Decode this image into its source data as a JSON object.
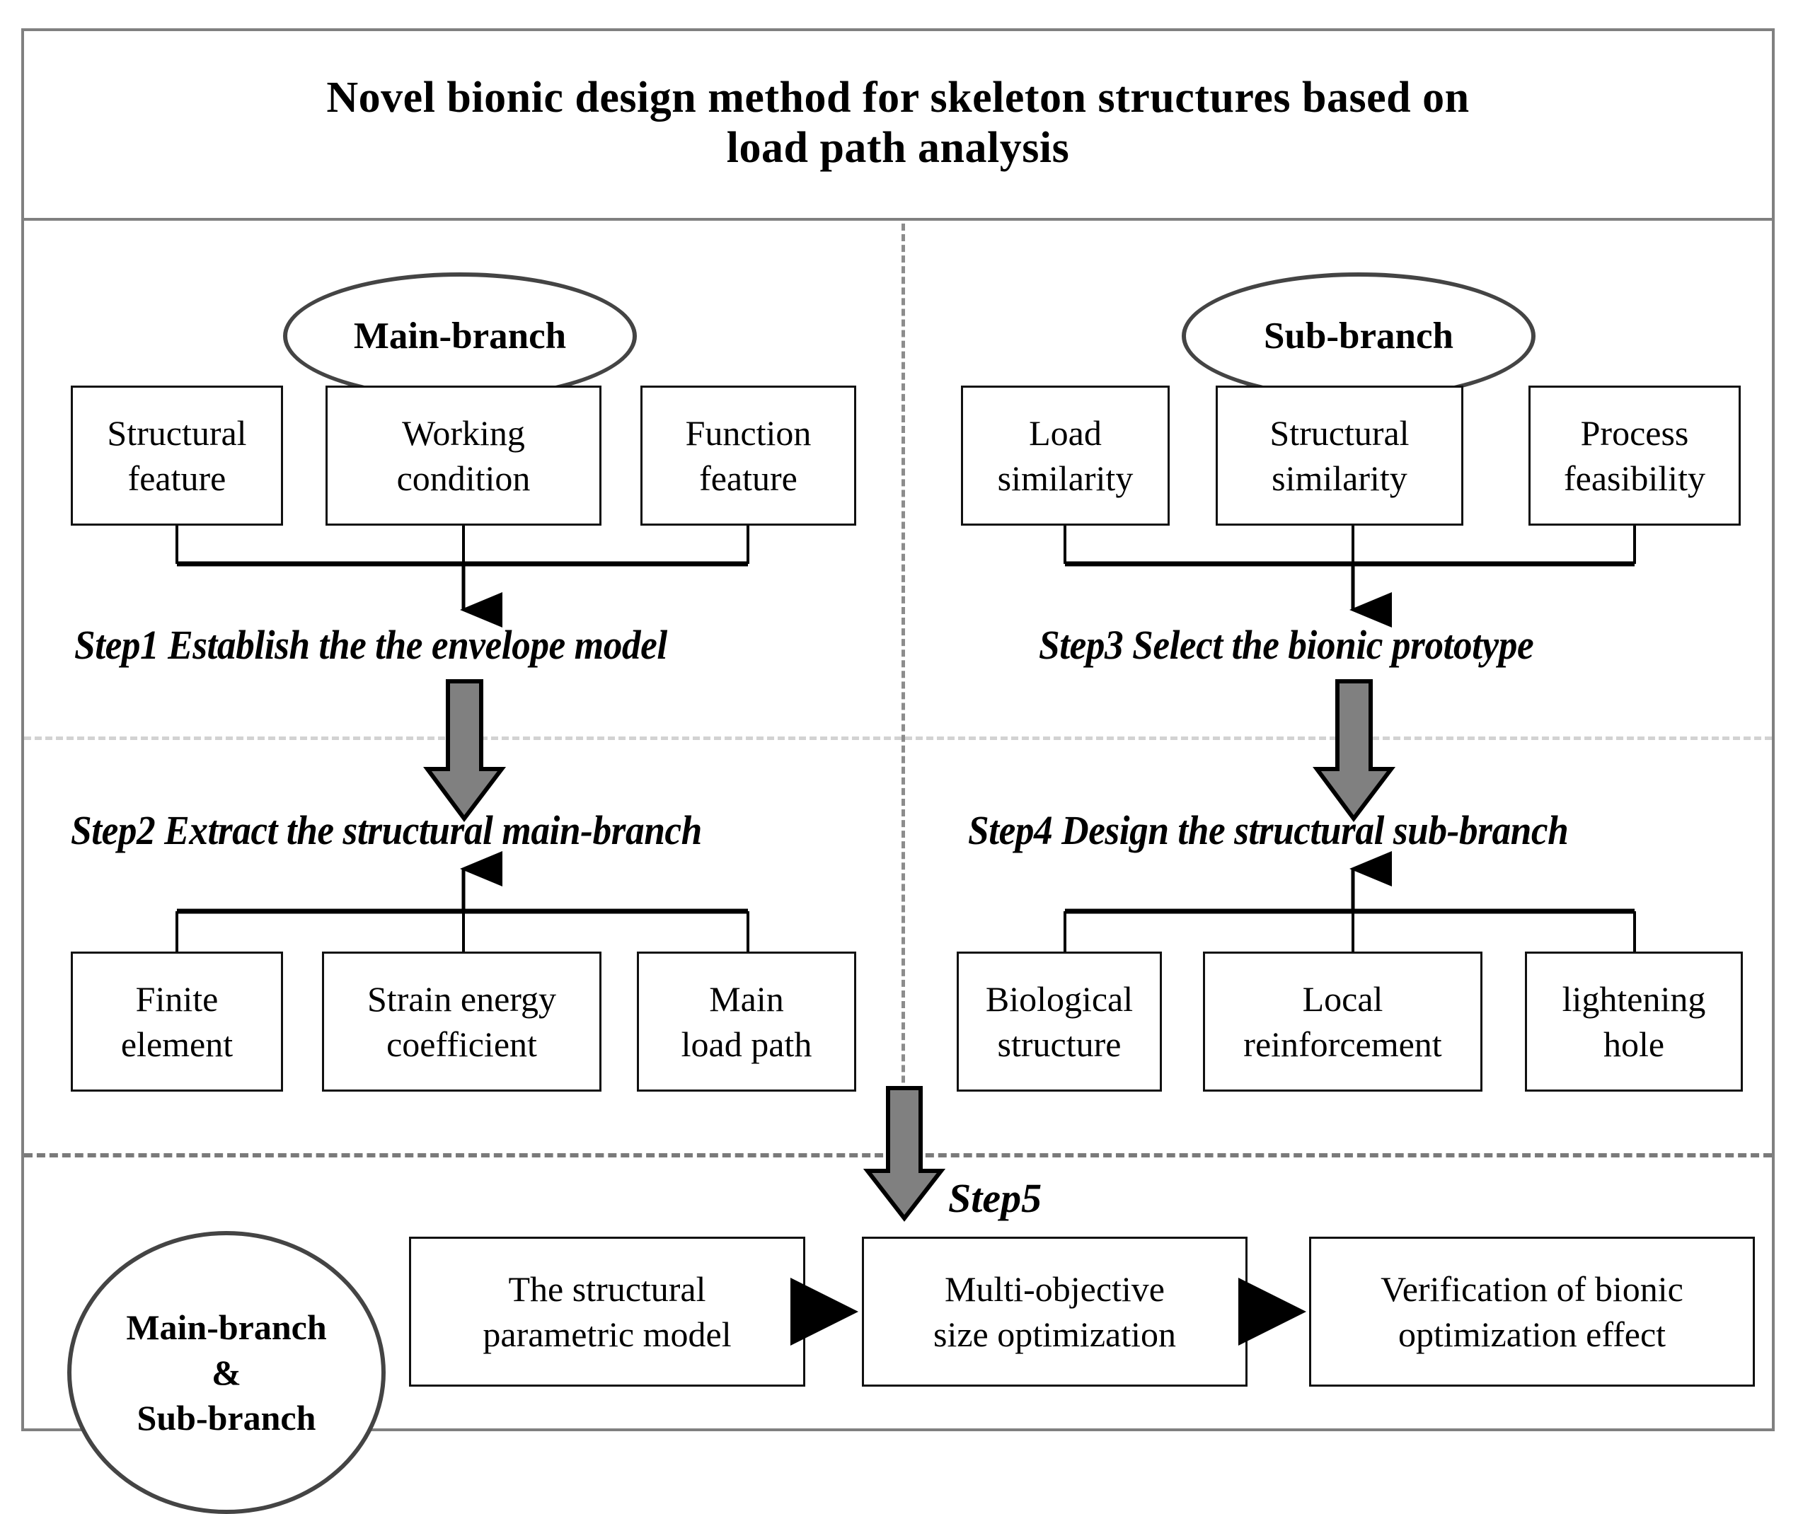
{
  "title": {
    "line1": "Novel bionic design method for  skeleton structures based on",
    "line2": "load path analysis"
  },
  "colors": {
    "frame": "#808080",
    "divider_light": "#d2d2d2",
    "divider_dark": "#7a7a7a",
    "divider_vertical": "#8c8c8c",
    "block_arrow_fill": "#808080",
    "node_stroke": "#111111",
    "ellipse_stroke": "#444444"
  },
  "left_column": {
    "ellipse_label": "Main-branch",
    "input_boxes": [
      {
        "line1": "Structural",
        "line2": "feature"
      },
      {
        "line1": "Working",
        "line2": "condition"
      },
      {
        "line1": "Function",
        "line2": "feature"
      }
    ],
    "step1": "Step1 Establish the the envelope model",
    "step2": "Step2 Extract the structural main-branch",
    "output_boxes": [
      {
        "line1": "Finite",
        "line2": "element"
      },
      {
        "line1": "Strain energy",
        "line2": "coefficient"
      },
      {
        "line1": "Main",
        "line2": "load path"
      }
    ]
  },
  "right_column": {
    "ellipse_label": "Sub-branch",
    "input_boxes": [
      {
        "line1": "Load",
        "line2": "similarity"
      },
      {
        "line1": "Structural",
        "line2": "similarity"
      },
      {
        "line1": "Process",
        "line2": "feasibility"
      }
    ],
    "step3": "Step3 Select the bionic prototype",
    "step4": "Step4 Design the structural sub-branch",
    "output_boxes": [
      {
        "line1": "Biological",
        "line2": "structure"
      },
      {
        "line1": "Local",
        "line2": "reinforcement"
      },
      {
        "line1": "lightening",
        "line2": "hole"
      }
    ]
  },
  "bottom_row": {
    "step5": "Step5",
    "ellipse": {
      "line1": "Main-branch",
      "line2": "&",
      "line3": "Sub-branch"
    },
    "boxes": [
      {
        "line1": "The structural",
        "line2": "parametric model"
      },
      {
        "line1": "Multi-objective",
        "line2": "size optimization"
      },
      {
        "line1": "Verification of bionic",
        "line2": "optimization effect"
      }
    ]
  }
}
